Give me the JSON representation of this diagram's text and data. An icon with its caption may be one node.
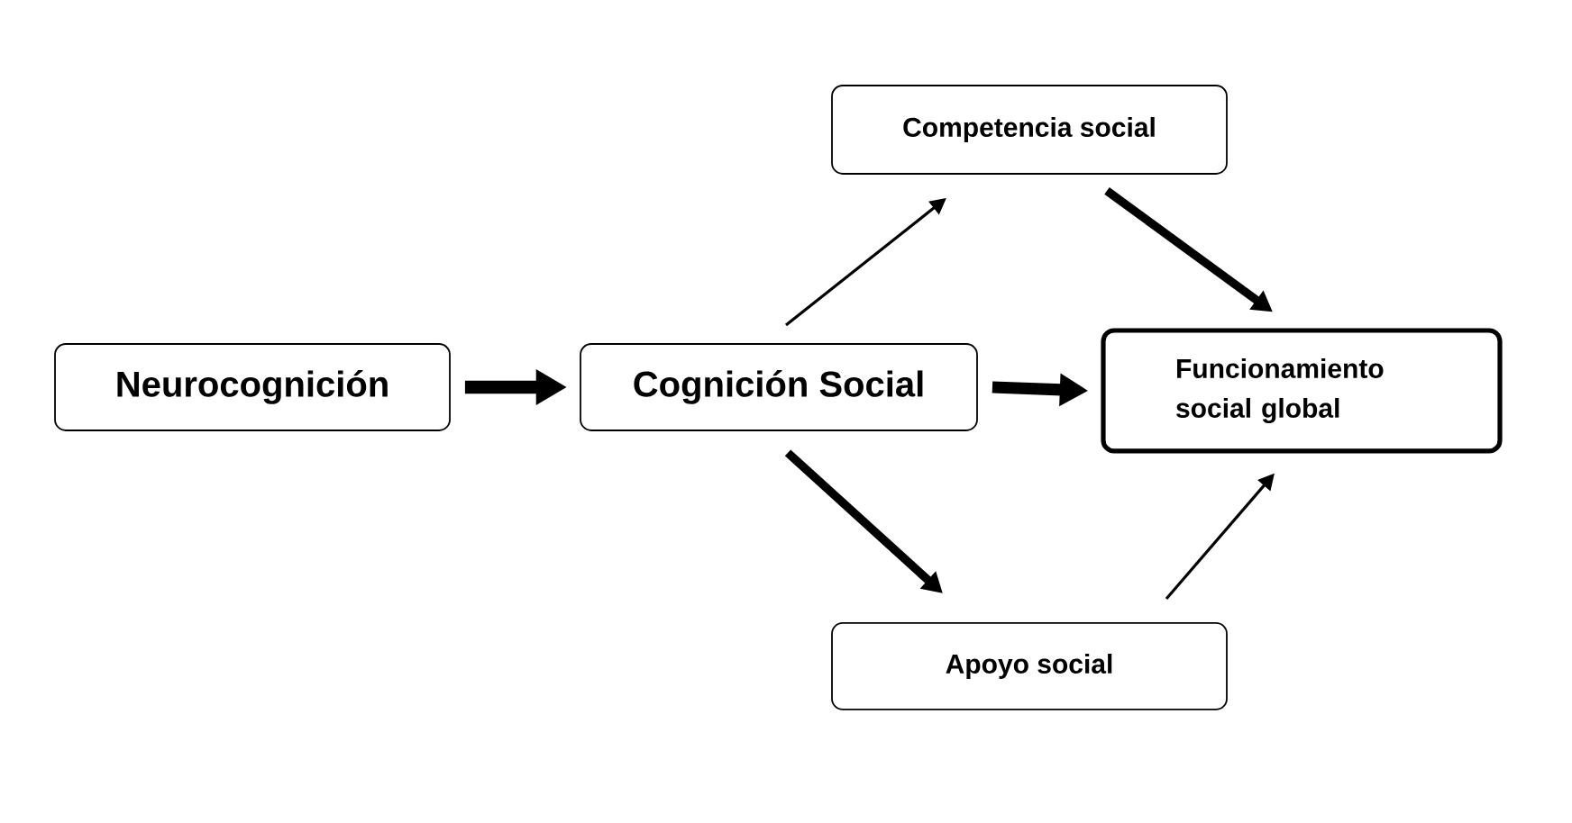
{
  "diagram": {
    "nodes": [
      {
        "text": [
          "Neurocognición"
        ]
      },
      {
        "text": [
          "Cognición Social"
        ]
      },
      {
        "text": [
          "Competencia social"
        ]
      },
      {
        "text": [
          "Funcionamiento social global"
        ]
      },
      {
        "text": [
          "Apoyo social"
        ]
      }
    ],
    "edges": [
      {
        "from": 0,
        "to": 1,
        "arrow": "to"
      },
      {
        "from": 1,
        "to": 2,
        "arrow": "to"
      },
      {
        "from": 2,
        "to": 3,
        "arrow": "to"
      },
      {
        "from": 1,
        "to": 3,
        "arrow": "to"
      },
      {
        "from": 1,
        "to": 4,
        "arrow": "to"
      },
      {
        "from": 4,
        "to": 3,
        "arrow": "to"
      }
    ]
  }
}
